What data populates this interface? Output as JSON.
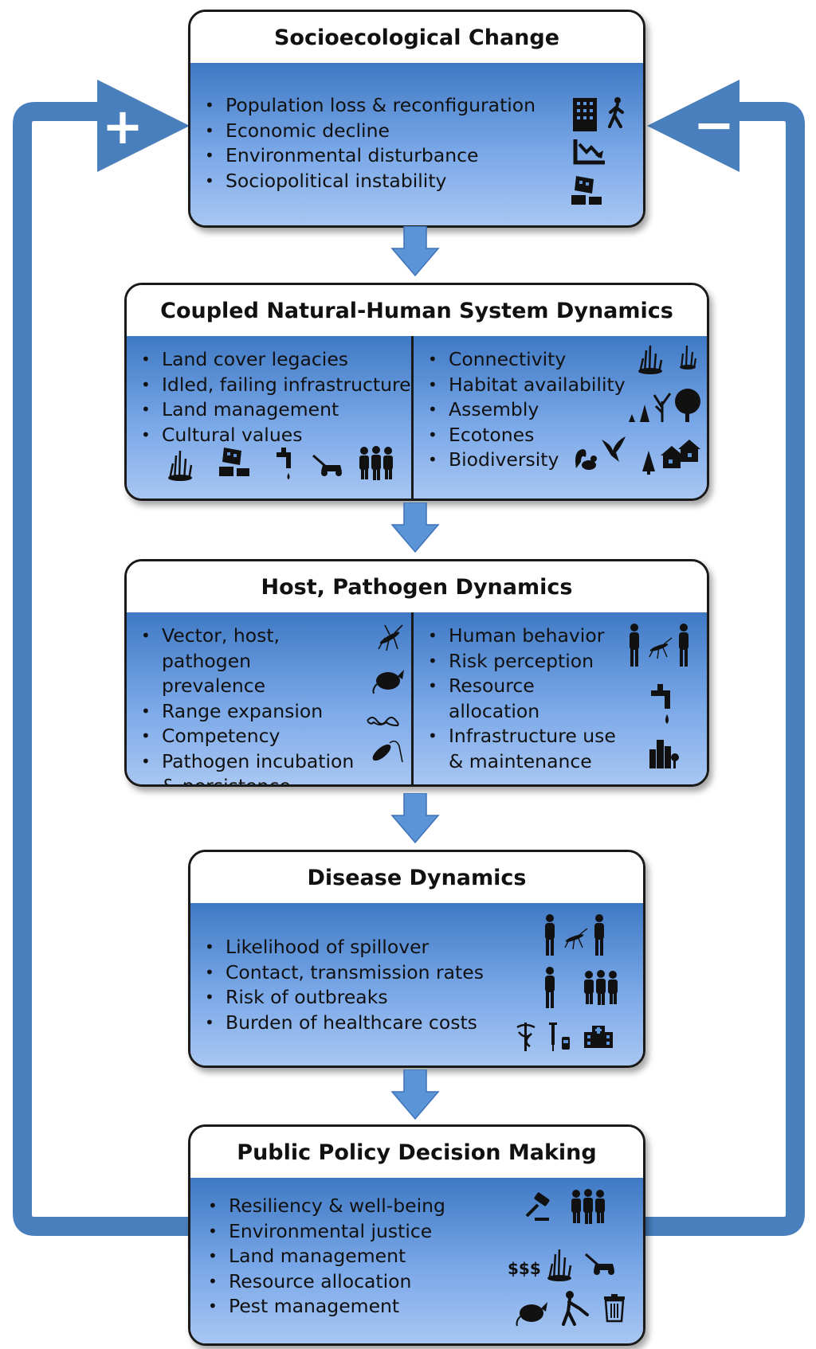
{
  "diagram": {
    "feedback": {
      "positive_sign": "+",
      "negative_sign": "−"
    },
    "boxes": {
      "socioecological": {
        "title": "Socioecological Change",
        "items": [
          "Population loss  & reconfiguration",
          "Economic decline",
          "Environmental disturbance",
          "Sociopolitical instability"
        ],
        "icons": [
          "building-icon",
          "walking-person-icon",
          "declining-chart-icon",
          "collapsing-building-icon"
        ]
      },
      "coupled": {
        "title": "Coupled Natural-Human System Dynamics",
        "left_items": [
          "Land cover legacies",
          "Idled, failing infrastructure",
          "Land management",
          "Cultural values"
        ],
        "right_items": [
          "Connectivity",
          "Habitat availability",
          "Assembly",
          "Ecotones",
          "Biodiversity"
        ],
        "icons": [
          "grass-icon",
          "collapsing-building-icon",
          "faucet-icon",
          "lawnmower-icon",
          "people-group-icon",
          "tree-icon",
          "squirrel-icon",
          "bird-icon",
          "house-icon"
        ]
      },
      "host_pathogen": {
        "title": "Host, Pathogen Dynamics",
        "left_items": [
          "Vector, host, pathogen prevalence",
          "Range expansion",
          "Competency",
          "Pathogen incubation & persistence"
        ],
        "right_items": [
          "Human behavior",
          "Risk perception",
          "Resource allocation",
          "Infrastructure use & maintenance"
        ],
        "icons": [
          "mosquito-icon",
          "rat-icon",
          "worm-icon",
          "bacterium-icon",
          "person-icon",
          "faucet-icon",
          "city-icon"
        ]
      },
      "disease": {
        "title": "Disease Dynamics",
        "items": [
          "Likelihood of spillover",
          "Contact, transmission rates",
          "Risk of outbreaks",
          "Burden of healthcare costs"
        ],
        "icons": [
          "person-icon",
          "mosquito-icon",
          "people-group-icon",
          "caduceus-icon",
          "syringe-icon",
          "hospital-icon"
        ]
      },
      "policy": {
        "title": "Public Policy Decision Making",
        "items": [
          "Resiliency & well-being",
          "Environmental justice",
          "Land management",
          "Resource allocation",
          "Pest management"
        ],
        "money_label": "$$$",
        "icons": [
          "gavel-icon",
          "people-group-icon",
          "grass-icon",
          "lawnmower-icon",
          "rat-icon",
          "sprayer-worker-icon",
          "trash-can-icon"
        ]
      }
    },
    "colors": {
      "arrow": "#4a7fbd",
      "box_border": "#1a1a1a",
      "box_fill_top": "#3f79c4",
      "box_fill_bottom": "#a8c6f2"
    }
  }
}
